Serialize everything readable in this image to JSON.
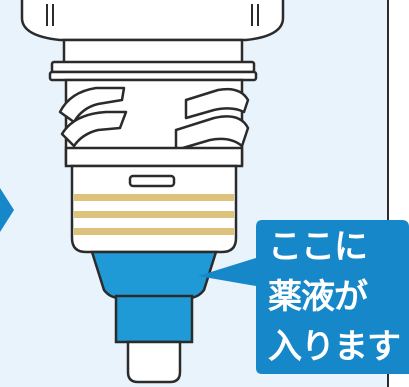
{
  "callout": {
    "lines": [
      "ここに",
      "薬液が",
      "入ります"
    ]
  },
  "colors": {
    "background": "#e9f3fb",
    "cap_body": "#ffffff",
    "outline": "#2b2b2b",
    "stripe": "#dcc27a",
    "liquid": "#1f9ad6",
    "callout": "#1687c9",
    "pointer_arrow": "#1687c9"
  }
}
